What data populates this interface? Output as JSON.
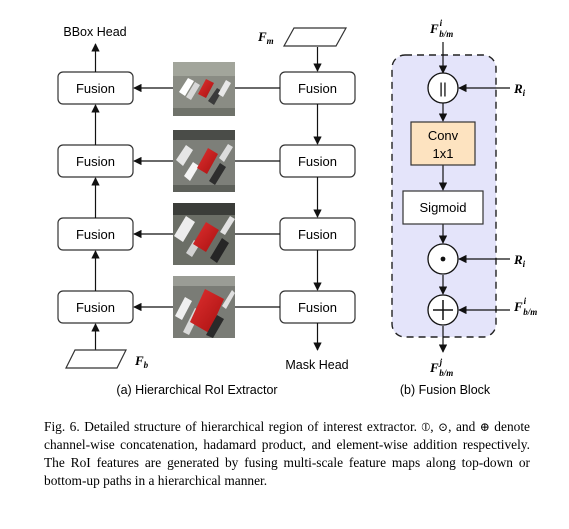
{
  "left_panel": {
    "bbox_head_label": "BBox Head",
    "mask_head_label": "Mask Head",
    "fm_label": "F",
    "fm_sub": "m",
    "fb_label": "F",
    "fb_sub": "b",
    "fusion_label": "Fusion",
    "subcaption": "(a) Hierarchical RoI Extractor"
  },
  "right_panel": {
    "input_label": "F",
    "input_sup": "i",
    "input_sub": "b/m",
    "concat_symbol": "||",
    "ri_label": "R",
    "ri_sub": "i",
    "conv_line1": "Conv",
    "conv_line2": "1x1",
    "sigmoid_label": "Sigmoid",
    "side_input_label": "F",
    "side_input_sup": "i",
    "side_input_sub": "b/m",
    "output_label": "F",
    "output_sup": "j",
    "output_sub": "b/m",
    "subcaption": "(b) Fusion Block"
  },
  "caption": {
    "prefix": "Fig. 6.  Detailed structure of hierarchical region of interest extractor.",
    "symbols": [
      "⦶",
      "⊙",
      "⊕"
    ],
    "mid1": ", ",
    "mid2": ", and",
    "rest": " denote channel-wise concatenation, hadamard product, and element-wise addition respectively. The RoI features are generated by fusing multi-scale feature maps along top-down or bottom-up paths in a hierarchical manner."
  },
  "colors": {
    "fusion_block_bg": "#e4e4fa",
    "conv_fill": "#fde3c0",
    "box_stroke": "#333333"
  }
}
